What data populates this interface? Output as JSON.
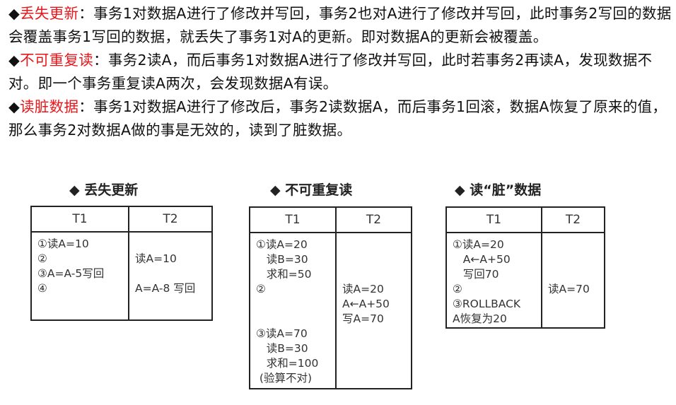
{
  "paragraphs": [
    {
      "bullet": "◆",
      "term": "丢失更新",
      "sep": "：",
      "text": "事务1对数据A进行了修改并写回，事务2也对A进行了修改并写回，此时事务2写回的数据会覆盖事务1写回的数据，就丢失了事务1对A的更新。即对数据A的更新会被覆盖。"
    },
    {
      "bullet": "◆",
      "term": "不可重复读",
      "sep": "：",
      "text": "事务2读A，而后事务1对数据A进行了修改并写回，此时若事务2再读A，发现数据不对。即一个事务重复读A两次，会发现数据A有误。"
    },
    {
      "bullet": "◆",
      "term": "读脏数据",
      "sep": "：",
      "text": "事务1对数据A进行了修改后，事务2读数据A，而后事务1回滚，数据A恢复了原来的值，那么事务2对数据A做的事是无效的，读到了脏数据。"
    }
  ],
  "tables": [
    {
      "title": "◆ 丢失更新",
      "headers": [
        "T1",
        "T2"
      ],
      "t1": "①读A=10\n②\n③A=A-5写回\n④",
      "t2": "\n读A=10\n\nA=A-8 写回"
    },
    {
      "title": "◆ 不可重复读",
      "headers": [
        "T1",
        "T2"
      ],
      "t1": "①读A=20\n   读B=30\n   求和=50\n②\n\n\n③读A=70\n   读B=30\n   求和=100\n (验算不对)",
      "t2": "\n\n\n读A=20\nA←A+50\n写A=70"
    },
    {
      "title": "◆ 读“脏”数据",
      "headers": [
        "T1",
        "T2"
      ],
      "t1": "①读A=20\n   A←A+50\n   写回70\n②\n③ROLLBACK\nA恢复为20",
      "t2": "\n\n\n读A=70"
    }
  ],
  "colors": {
    "term": "#e8161a"
  }
}
